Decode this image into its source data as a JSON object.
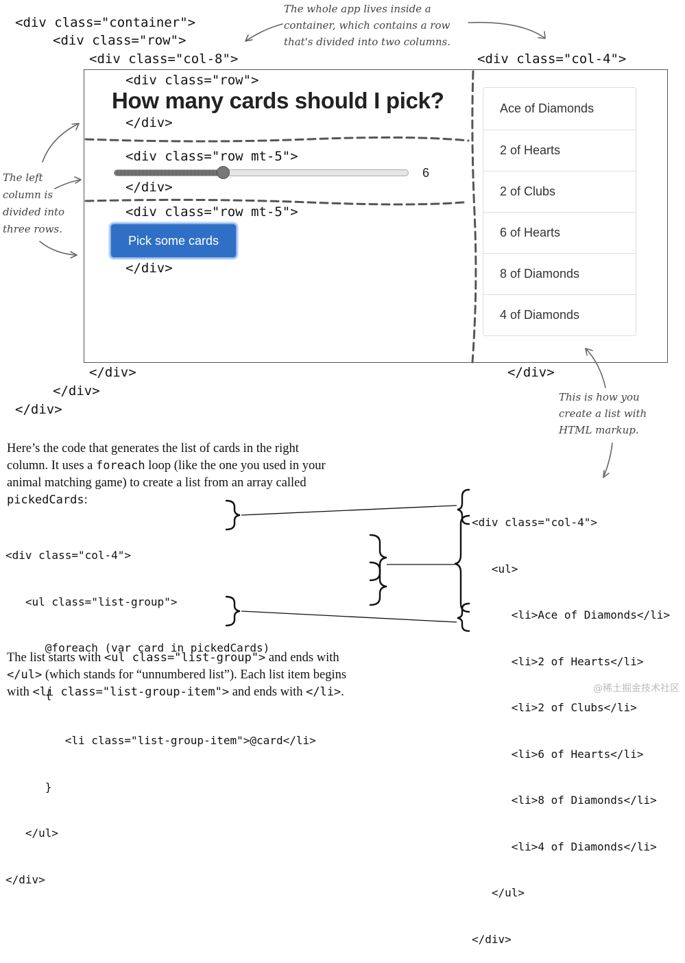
{
  "top_code": {
    "container_open": "<div class=\"container\">",
    "row_open": "<div class=\"row\">",
    "col8_open": "<div class=\"col-8\">",
    "col4_open": "<div class=\"col-4\">",
    "row1_open": "<div class=\"row\">",
    "row1_close": "</div>",
    "row2_open": "<div class=\"row mt-5\">",
    "row2_close": "</div>",
    "row3_open": "<div class=\"row mt-5\">",
    "row3_close": "</div>",
    "col8_close": "</div>",
    "col4_close": "</div>",
    "row_close": "</div>",
    "container_close": "</div>"
  },
  "mockup": {
    "heading": "How many cards should I pick?",
    "slider_value": "6",
    "slider_level": 0.37,
    "button_label": "Pick some cards",
    "cards": [
      "Ace of Diamonds",
      "2 of Hearts",
      "2 of Clubs",
      "6 of Hearts",
      "8 of Diamonds",
      "4 of Diamonds"
    ]
  },
  "notes": {
    "top": [
      "The whole app lives inside a",
      "container, which contains a row",
      "that's divided into two columns."
    ],
    "left": [
      "The left",
      "column is",
      "divided into",
      "three rows."
    ],
    "right": [
      "This is how you",
      "create a list with",
      "HTML markup."
    ]
  },
  "paragraph1": {
    "line1": "Here’s the code that generates the list of cards in the right",
    "line2a": "column. It uses a ",
    "code1": "foreach",
    "line2b": " loop (like the one you used in your",
    "line3": "animal matching game) to create a list from an array called",
    "code2": "pickedCards",
    "line4b": ":"
  },
  "razor_code": [
    "<div class=\"col-4\">",
    "   <ul class=\"list-group\">",
    "      @foreach (var card in pickedCards)",
    "      {",
    "         <li class=\"list-group-item\">@card</li>",
    "      }",
    "   </ul>",
    "</div>"
  ],
  "html_code": [
    "<div class=\"col-4\">",
    "   <ul>",
    "      <li>Ace of Diamonds</li>",
    "      <li>2 of Hearts</li>",
    "      <li>2 of Clubs</li>",
    "      <li>6 of Hearts</li>",
    "      <li>8 of Diamonds</li>",
    "      <li>4 of Diamonds</li>",
    "   </ul>",
    "</div>"
  ],
  "paragraph2": {
    "a": "The list starts with ",
    "c1": "<ul class=\"list-group\">",
    "b": " and ends with",
    "c2": "</ul>",
    "d": " (which stands for “unnumbered list”). Each list item begins",
    "e": "with ",
    "c3": "<li class=\"list-group-item\">",
    "f": " and ends with ",
    "c4": "</li>",
    "g": "."
  },
  "watermark": "@稀土掘金技术社区"
}
